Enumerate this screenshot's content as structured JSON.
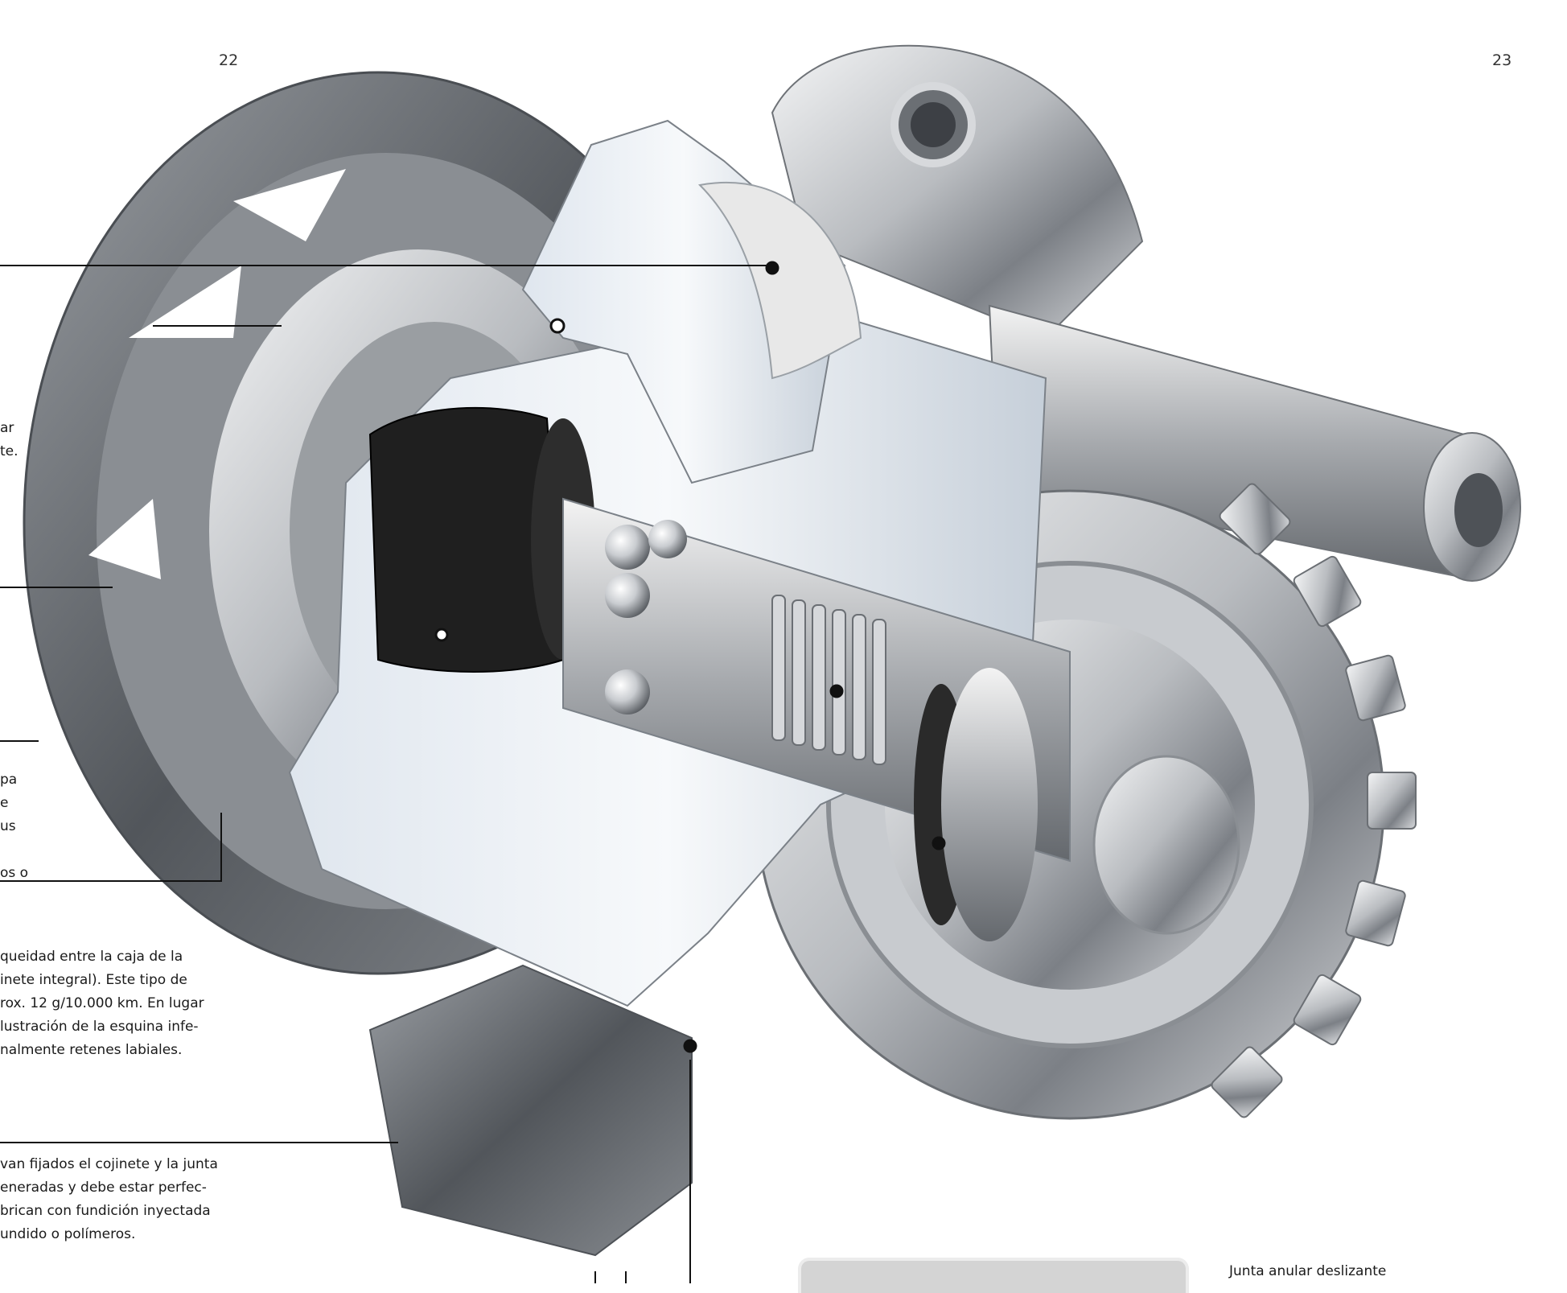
{
  "page_numbers": {
    "left": "22",
    "right": "23"
  },
  "text_fragments": {
    "frag_a": [
      "ar",
      "te."
    ],
    "frag_b": [
      "pa",
      "e",
      "us",
      "",
      "os o"
    ],
    "frag_c": [
      "queidad entre la caja de la",
      "inete integral). Este tipo de",
      "rox. 12 g/10.000 km. En lugar",
      "lustración de la esquina infe-",
      "nalmente retenes labiales."
    ],
    "frag_d": [
      "van fijados el cojinete y la junta",
      "eneradas y debe estar perfec-",
      "brican con fundición inyectada",
      "undido o polímeros."
    ]
  },
  "caption_bottom_right": "Junta anular deslizante",
  "colors": {
    "callout_line": "#111111",
    "metal_light": "#e6e8ea",
    "metal_dark": "#5f6368",
    "bearing_black": "#1c1c1c"
  }
}
